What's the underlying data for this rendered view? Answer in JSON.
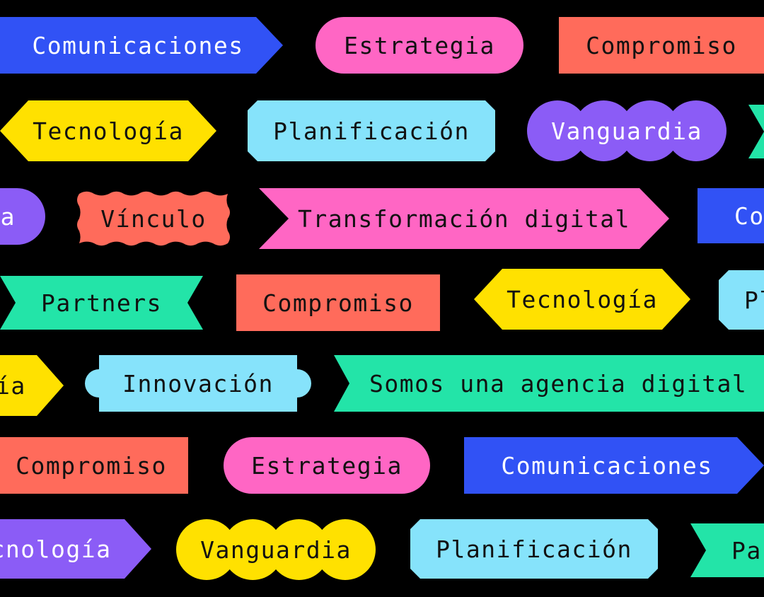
{
  "colors": {
    "background": "#000000",
    "blue": "#3152F5",
    "pink": "#FF66C4",
    "coral": "#FF6B5B",
    "yellow": "#FFE100",
    "sky": "#86E3FB",
    "purple": "#8B5CF6",
    "teal": "#23E4A8",
    "dark_text": "#111111",
    "light_text": "#FFFFFF"
  },
  "rows": [
    {
      "tags": [
        {
          "label": "Comunicaciones",
          "color": "blue",
          "shape": "arrow-right"
        },
        {
          "label": "Estrategia",
          "color": "pink",
          "shape": "pill"
        },
        {
          "label": "Compromiso",
          "color": "coral",
          "shape": "rect"
        }
      ]
    },
    {
      "tags": [
        {
          "label": "Tecnología",
          "color": "yellow",
          "shape": "hexagon"
        },
        {
          "label": "Planificación",
          "color": "sky",
          "shape": "octagon"
        },
        {
          "label": "Vanguardia",
          "color": "purple",
          "shape": "bubbles"
        },
        {
          "label": "",
          "color": "teal",
          "shape": "notched"
        }
      ]
    },
    {
      "tags": [
        {
          "label": "a",
          "color": "purple",
          "shape": "pill"
        },
        {
          "label": "Vínculo",
          "color": "coral",
          "shape": "wavy"
        },
        {
          "label": "Transformación digital",
          "color": "pink",
          "shape": "chevron"
        },
        {
          "label": "Co",
          "color": "blue",
          "shape": "rect"
        }
      ]
    },
    {
      "tags": [
        {
          "label": "Partners",
          "color": "teal",
          "shape": "ribbon"
        },
        {
          "label": "Compromiso",
          "color": "coral",
          "shape": "rect"
        },
        {
          "label": "Tecnología",
          "color": "yellow",
          "shape": "hexagon"
        },
        {
          "label": "Pl",
          "color": "sky",
          "shape": "octagon"
        }
      ]
    },
    {
      "tags": [
        {
          "label": "ía",
          "color": "yellow",
          "shape": "arrow-right"
        },
        {
          "label": "Innovación",
          "color": "sky",
          "shape": "ticket"
        },
        {
          "label": "Somos una agencia digital",
          "color": "teal",
          "shape": "notched"
        }
      ]
    },
    {
      "tags": [
        {
          "label": "Compromiso",
          "color": "coral",
          "shape": "rect"
        },
        {
          "label": "Estrategia",
          "color": "pink",
          "shape": "pill"
        },
        {
          "label": "Comunicaciones",
          "color": "blue",
          "shape": "arrow-right"
        }
      ]
    },
    {
      "tags": [
        {
          "label": "cnología",
          "color": "purple",
          "shape": "arrow-right"
        },
        {
          "label": "Vanguardia",
          "color": "yellow",
          "shape": "bubbles"
        },
        {
          "label": "Planificación",
          "color": "sky",
          "shape": "octagon"
        },
        {
          "label": "Pa",
          "color": "teal",
          "shape": "notched"
        }
      ]
    }
  ]
}
